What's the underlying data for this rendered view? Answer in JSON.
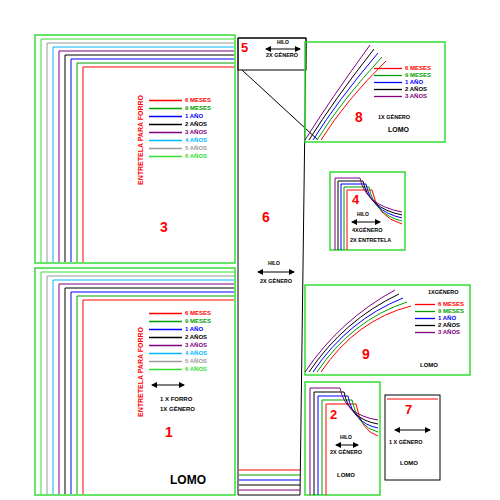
{
  "diagram": {
    "nodes": [
      {
        "text": [
          "ENTRETELA PARA FORRO",
          "6 MESES",
          "9 MESES",
          "1 AÑO",
          "2 AÑOS",
          "3 AÑOS",
          "4 AÑOS",
          "5 AÑOS",
          "6 AÑOS",
          "3"
        ]
      },
      {
        "text": [
          "5",
          "HILO",
          "2X GÉNERO"
        ]
      },
      {
        "text": [
          "6 MESES",
          "9 MESES",
          "1 AÑO",
          "2 AÑOS",
          "3 AÑOS",
          "1X GÉNERO",
          "LOMO",
          "8"
        ]
      },
      {
        "text": [
          "6",
          "HILO",
          "2X GÉNERO"
        ]
      },
      {
        "text": [
          "4",
          "HILO",
          "4XGÉNERO",
          "2X ENTRETELA"
        ]
      },
      {
        "text": [
          "6 MESES",
          "9 MESES",
          "1 AÑO",
          "2 AÑOS",
          "3 AÑOS",
          "4 AÑOS",
          "5 AÑOS",
          "6 AÑOS",
          "1 X FORRO",
          "1X GÉNERO",
          "ENTRETELA PARA FORRO",
          "1",
          "LOMO"
        ]
      },
      {
        "text": [
          "1XGÉNERO",
          "6 MESES",
          "9 MESES",
          "1 AÑO",
          "2 AÑOS",
          "3 AÑOS",
          "9",
          "LOMO"
        ]
      },
      {
        "text": [
          "2",
          "HILO",
          "2X GÉNERO",
          "LOMO"
        ]
      },
      {
        "text": [
          "7",
          "1 X GÉNERO",
          "LOMO"
        ]
      }
    ]
  }
}
